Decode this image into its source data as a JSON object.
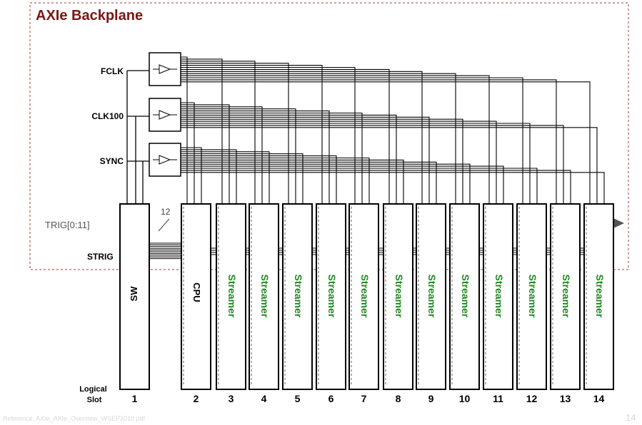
{
  "diagram": {
    "title": "AXIe Backplane",
    "signals": {
      "fclk": "FCLK",
      "clk100": "CLK100",
      "sync": "SYNC",
      "trig": "TRIG[0:11]",
      "strig": "STRIG"
    },
    "bus_width": "12",
    "slot_label": "Logical\nSlot",
    "modules": [
      {
        "slot": "1",
        "label": "SW"
      },
      {
        "slot": "2",
        "label": "CPU"
      },
      {
        "slot": "3",
        "label": "Streamer"
      },
      {
        "slot": "4",
        "label": "Streamer"
      },
      {
        "slot": "5",
        "label": "Streamer"
      },
      {
        "slot": "6",
        "label": "Streamer"
      },
      {
        "slot": "7",
        "label": "Streamer"
      },
      {
        "slot": "8",
        "label": "Streamer"
      },
      {
        "slot": "9",
        "label": "Streamer"
      },
      {
        "slot": "10",
        "label": "Streamer"
      },
      {
        "slot": "11",
        "label": "Streamer"
      },
      {
        "slot": "12",
        "label": "Streamer"
      },
      {
        "slot": "13",
        "label": "Streamer"
      },
      {
        "slot": "14",
        "label": "Streamer"
      }
    ]
  },
  "footer": {
    "reference": "Reference: AXIe_AXIe_Overview_WSEP2010.pdf",
    "page_number": "14"
  },
  "colors": {
    "title": "#7a1712",
    "border_dashed": "#a33a3a",
    "module_green_text": "#1e8a1e",
    "module_border": "#000000"
  }
}
